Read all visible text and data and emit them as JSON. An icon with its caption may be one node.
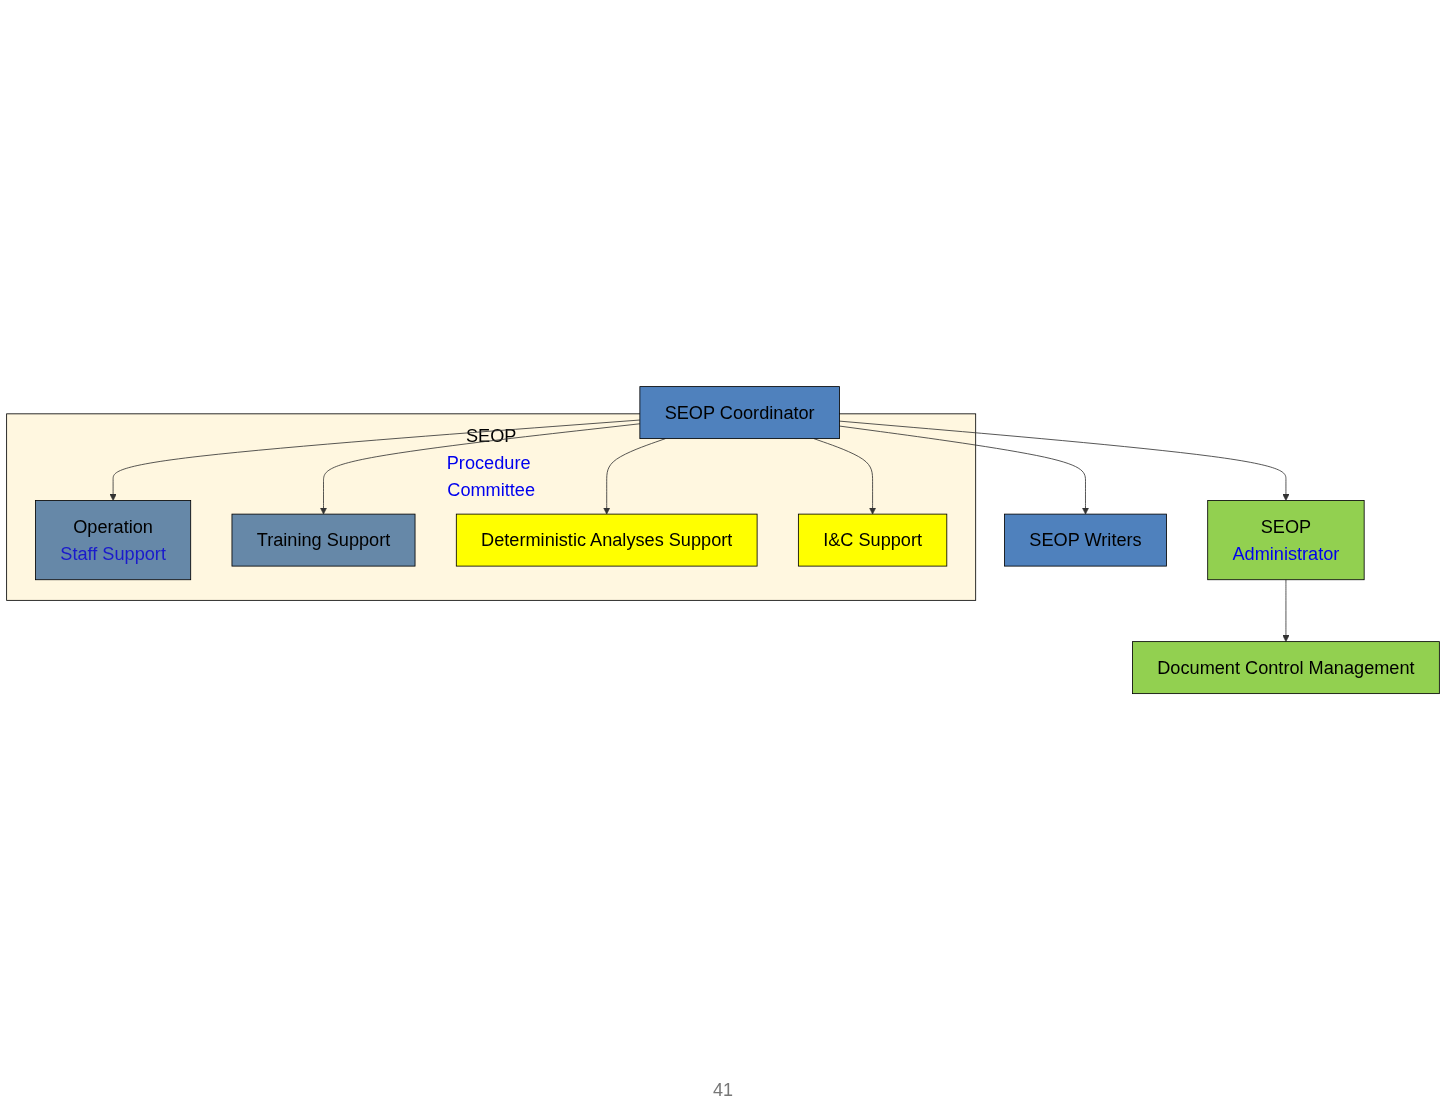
{
  "diagram": {
    "nodes": [
      {
        "text": [
          "SEOP Coordinator"
        ]
      },
      {
        "text": [
          "SEOP Writers"
        ]
      },
      {
        "text": [
          "SEOP",
          "Procedure Committee"
        ]
      },
      {
        "text": [
          "Operation",
          "Staff Support"
        ],
        "in": 2
      },
      {
        "text": [
          "Training Support"
        ],
        "in": 2
      },
      {
        "text": [
          "Deterministic Analyses Support"
        ],
        "in": 2
      },
      {
        "text": [
          "I&C Support"
        ],
        "in": 2
      },
      {
        "text": [
          "SEOP",
          "Administrator"
        ]
      },
      {
        "text": [
          "Document Control Management"
        ]
      }
    ],
    "edges": [
      {
        "from": 0,
        "to": 1,
        "arrow": "to"
      },
      {
        "from": 0,
        "to": 7,
        "arrow": "to"
      },
      {
        "from": 0,
        "to": 3,
        "arrow": "to"
      },
      {
        "from": 0,
        "to": 4,
        "arrow": "to"
      },
      {
        "from": 0,
        "to": 5,
        "arrow": "to"
      },
      {
        "from": 0,
        "to": 6,
        "arrow": "to"
      },
      {
        "from": 7,
        "to": 8,
        "arrow": "to"
      }
    ],
    "labels": [
      "41"
    ]
  }
}
